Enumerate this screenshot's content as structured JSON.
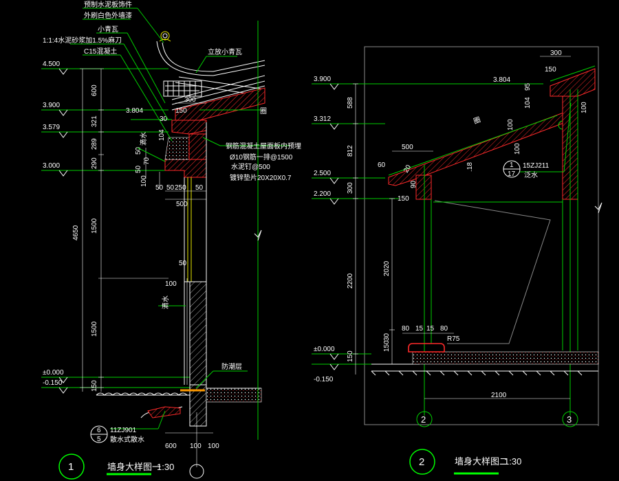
{
  "detail1": {
    "annotations": {
      "a1": "预制水泥板饰件",
      "a2": "外刷白色外墙漆",
      "a3": "小青瓦",
      "a4": "1:1:4水泥砂浆加1.5%麻刀",
      "a5": "C15混凝土",
      "a6": "立放小青瓦",
      "a7": "滴水",
      "a8": "钢筋混凝土屋面板内预埋",
      "a9": "Ø10钢筋一排@1500",
      "a10": "水泥钉@500",
      "a11": "镀锌垫片20X20X0.7",
      "a12": "滴水",
      "a13": "防潮层",
      "a14": "圈",
      "a15": "散水式散水",
      "ref_code": "11ZJ901",
      "ref_top": "6",
      "ref_bottom": "5"
    },
    "levels": [
      "4.500",
      "3.900",
      "3.579",
      "3.000",
      "±0.000",
      "-0.150"
    ],
    "roof_level": "3.804",
    "dims_vertical": [
      "600",
      "321",
      "289",
      "290",
      "4650",
      "1500",
      "1500",
      "150"
    ],
    "dims_small": [
      "30",
      "104",
      "150",
      "300",
      "50",
      "70",
      "50",
      "100",
      "50",
      "50",
      "250",
      "50",
      "500",
      "50",
      "100"
    ],
    "dims_bottom": [
      "600",
      "100",
      "100"
    ],
    "title_number": "1",
    "title": "墙身大样图一",
    "scale": "1:30"
  },
  "detail2": {
    "levels": [
      "3.900",
      "3.312",
      "2.500",
      "2.200",
      "±0.000",
      "-0.150"
    ],
    "roof_level": "3.804",
    "dims_vertical": [
      "588",
      "812",
      "300",
      "2200",
      "2020",
      "150",
      "150",
      "30"
    ],
    "dims_small": [
      "300",
      "150",
      "95",
      "104",
      "100",
      "500",
      "60",
      "20",
      "90",
      "150",
      "80",
      "15",
      "15",
      "80"
    ],
    "radius": "R75",
    "annotations": {
      "b1": "圈",
      "b2": "100",
      "b3": "100",
      "b4": ".18",
      "ref_code": "15ZJ211",
      "ref_top": "1",
      "ref_bottom": "17",
      "ref_note": "泛水"
    },
    "width_dim": "2100",
    "axes": [
      "2",
      "3"
    ],
    "title_number": "2",
    "title": "墙身大样图二",
    "scale": "1:30"
  }
}
